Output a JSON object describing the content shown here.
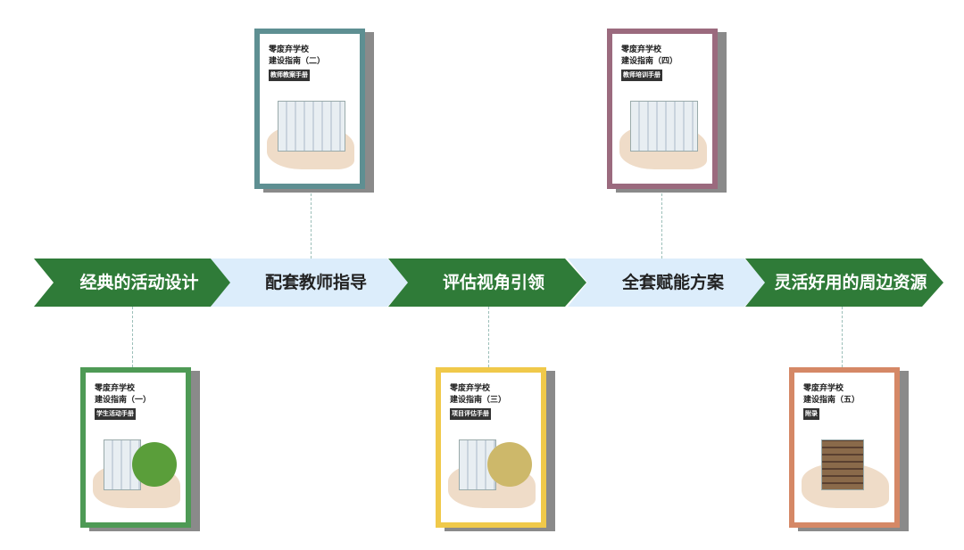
{
  "timeline": [
    {
      "label": "经典的活动设计",
      "color": "#2f7b38"
    },
    {
      "label": "配套教师指导",
      "color": "#dcedfb"
    },
    {
      "label": "评估视角引领",
      "color": "#2f7b38"
    },
    {
      "label": "全套赋能方案",
      "color": "#dcedfb"
    },
    {
      "label": "灵活好用的周边资源",
      "color": "#2f7b38"
    }
  ],
  "books": [
    {
      "line1": "零废弃学校",
      "line2": "建设指南（一）",
      "tag": "学生活动手册",
      "border": "#4e9a55"
    },
    {
      "line1": "零废弃学校",
      "line2": "建设指南（二）",
      "tag": "教师教案手册",
      "border": "#5e8f92"
    },
    {
      "line1": "零废弃学校",
      "line2": "建设指南（三）",
      "tag": "项目评估手册",
      "border": "#f0c94a"
    },
    {
      "line1": "零废弃学校",
      "line2": "建设指南（四）",
      "tag": "教师培训手册",
      "border": "#9b6a7e"
    },
    {
      "line1": "零废弃学校",
      "line2": "建设指南（五）",
      "tag": "附录",
      "border": "#d58866"
    }
  ]
}
